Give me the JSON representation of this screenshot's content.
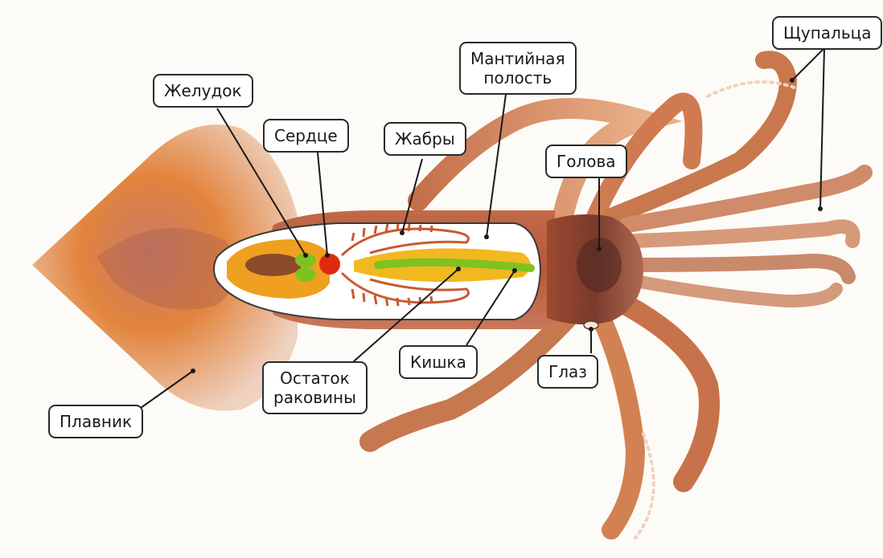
{
  "diagram": {
    "labels": {
      "stomach": "Желудок",
      "heart": "Сердце",
      "gills": "Жабры",
      "mantle_cavity": [
        "Мантийная",
        "полость"
      ],
      "tentacles": "Щупальца",
      "head": "Голова",
      "eye": "Глаз",
      "intestine": "Кишка",
      "shell_remnant": [
        "Остаток",
        "раковины"
      ],
      "fin": "Плавник"
    },
    "colors": {
      "body": "#c9663a",
      "fin": "#e07a3a",
      "tentacle": "#d98a62",
      "mantle_cavity": "#ffffff",
      "stomach": "#f0a020",
      "liver": "#8b4a2a",
      "heart": "#e02a10",
      "gills": "#c85a30",
      "intestine": "#7fc21f",
      "shell": "#f2b820"
    }
  }
}
